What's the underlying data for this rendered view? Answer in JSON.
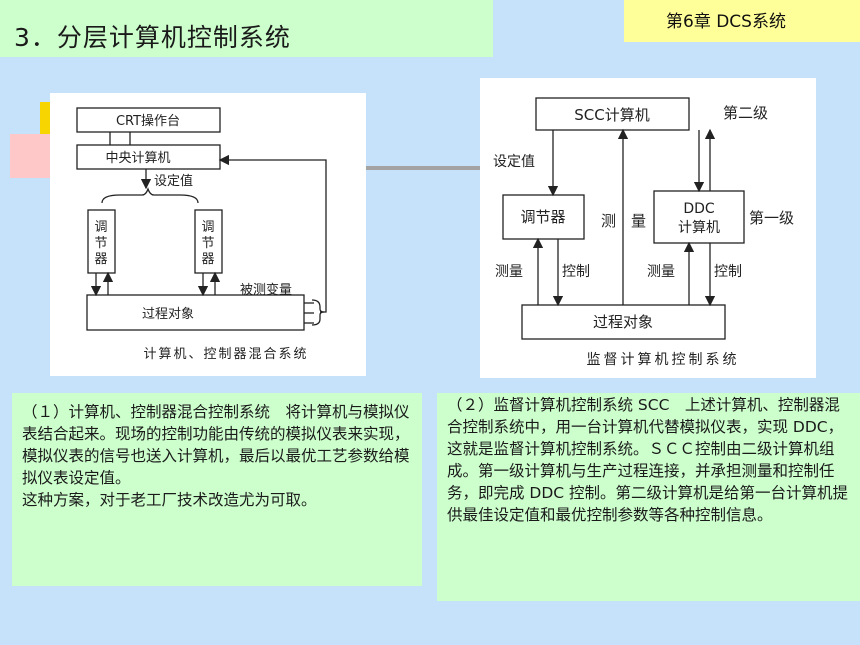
{
  "title": "3．分层计算机控制系统",
  "chapter": "第6章  DCS系统",
  "diagram_left": {
    "crt": "CRT操作台",
    "central": "中央计算机",
    "setpoint": "设定值",
    "reg1": [
      "调",
      "节",
      "器"
    ],
    "reg2": [
      "调",
      "节",
      "器"
    ],
    "measured": "被测变量",
    "process": "过程对象",
    "caption": "计算机、控制器混合系统"
  },
  "diagram_right": {
    "scc": "SCC计算机",
    "level2": "第二级",
    "setpoint": "设定值",
    "regulator": "调节器",
    "measure_center": "测　量",
    "ddc_line1": "DDC",
    "ddc_line2": "计算机",
    "level1": "第一级",
    "measure1": "测量",
    "control1": "控制",
    "measure2": "测量",
    "control2": "控制",
    "process": "过程对象",
    "caption": "监督计算机控制系统"
  },
  "text_left": {
    "para1": "（１）计算机、控制器混合控制系统　将计算机与模拟仪表结合起来。现场的控制功能由传统的模拟仪表来实现，模拟仪表的信号也送入计算机，最后以最优工艺参数给模拟仪表设定值。",
    "para2": "这种方案，对于老工厂技术改造尤为可取。"
  },
  "text_right": {
    "para1": "（２）监督计算机控制系统 SCC　上述计算机、控制器混合控制系统中，用一台计算机代替模拟仪表，实现 DDC，这就是监督计算机控制系统。ＳＣＣ控制由二级计算机组成。第一级计算机与生产过程连接，并承担测量和控制任务，即完成 DDC 控制。第二级计算机是给第一台计算机提供最佳设定值和最优控制参数等各种控制信息。"
  }
}
